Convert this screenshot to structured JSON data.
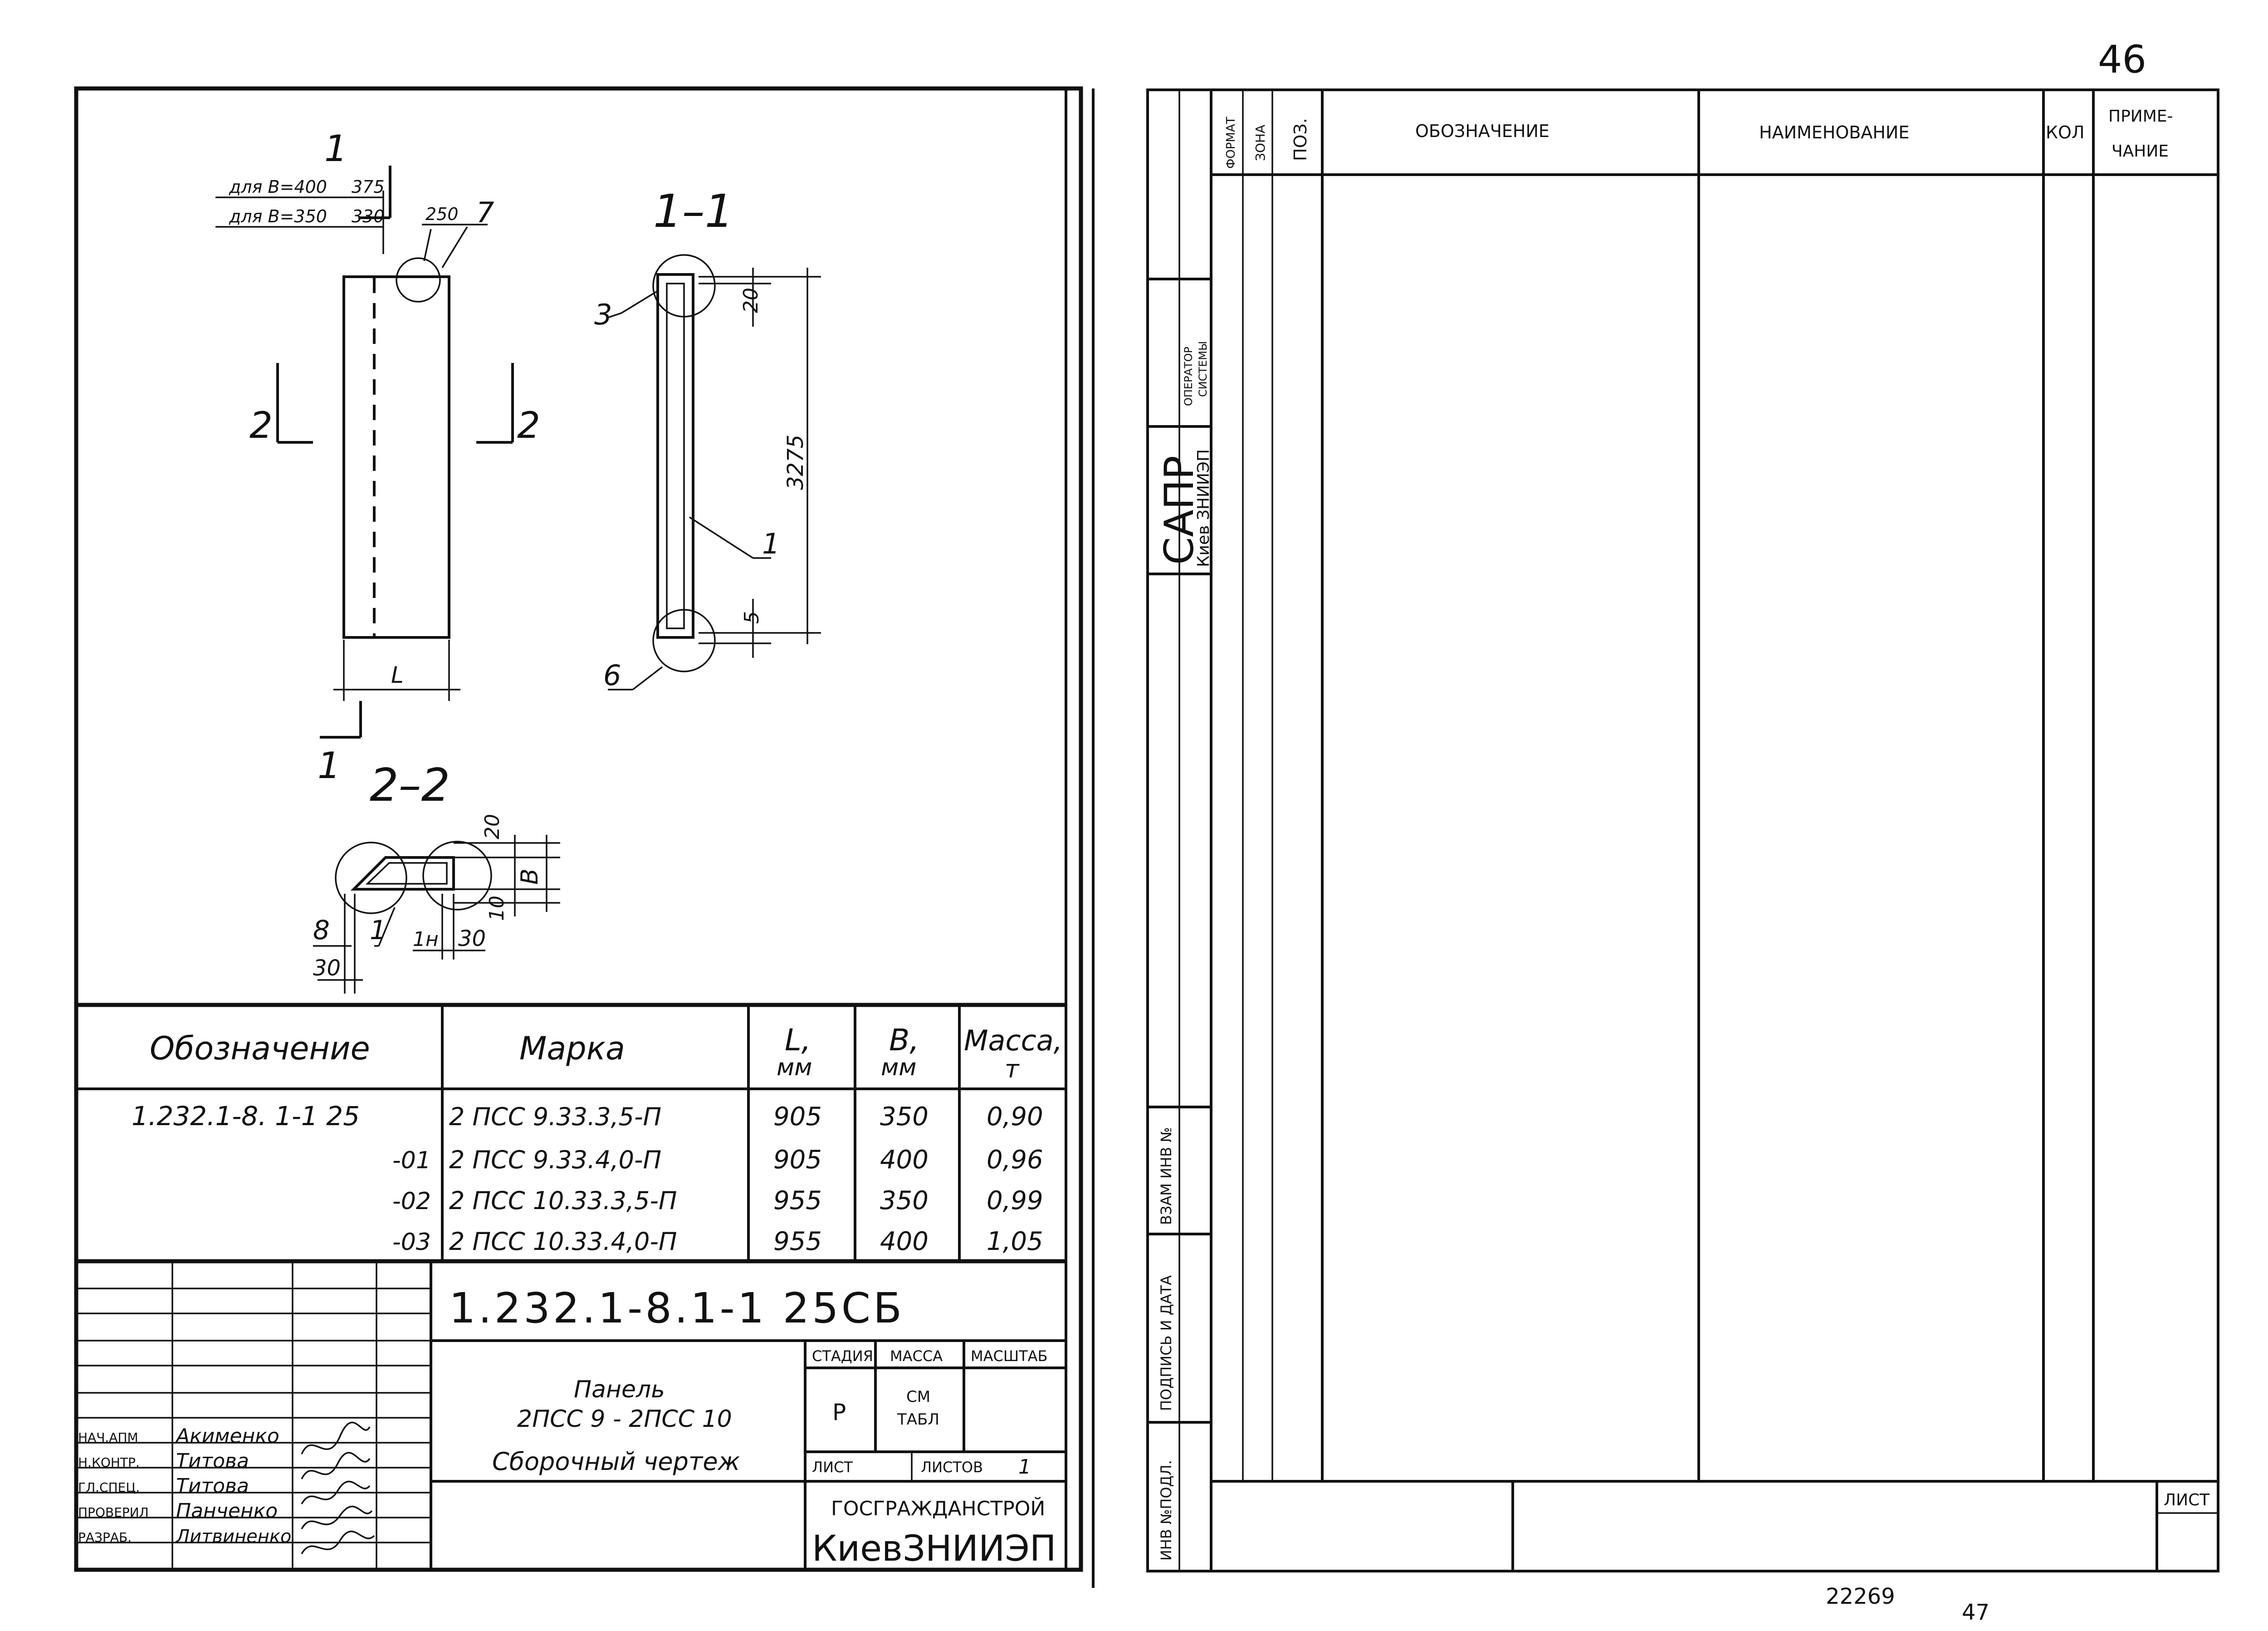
{
  "page_numbers": {
    "top_right": "46",
    "bottom_code": "22269",
    "bottom_right": "47"
  },
  "drawing": {
    "section_labels": {
      "cut_top": "1",
      "cut_bottom": "1",
      "left_2": "2",
      "right_2": "2",
      "section_11": "1–1",
      "section_22": "2–2"
    },
    "dim_notes": {
      "b400": "для B=400",
      "b350": "для B=350",
      "v375": "375",
      "v330": "330",
      "v250": "250",
      "call7": "7"
    },
    "front": {
      "L": "L"
    },
    "sect11": {
      "call3": "3",
      "call1": "1",
      "call6": "6",
      "d20": "20",
      "d3275": "3275",
      "d5": "5"
    },
    "sect22": {
      "call8": "8",
      "call1": "1",
      "call1n": "1н",
      "d30a": "30",
      "d30b": "30",
      "d20": "20",
      "dB": "B",
      "d10": "10"
    }
  },
  "spec_table": {
    "headers": {
      "designation": "Обозначение",
      "mark": "Марка",
      "L": "L,",
      "L_unit": "мм",
      "B": "B,",
      "B_unit": "мм",
      "mass": "Масса,",
      "mass_unit": "т"
    },
    "rows": [
      {
        "designation": "1.232.1-8. 1-1 25",
        "mark": "2 ПСС 9.33.3,5-П",
        "L": "905",
        "B": "350",
        "mass": "0,90"
      },
      {
        "designation": "-01",
        "mark": "2 ПСС 9.33.4,0-П",
        "L": "905",
        "B": "400",
        "mass": "0,96"
      },
      {
        "designation": "-02",
        "mark": "2 ПСС 10.33.3,5-П",
        "L": "955",
        "B": "350",
        "mass": "0,99"
      },
      {
        "designation": "-03",
        "mark": "2 ПСС 10.33.4,0-П",
        "L": "955",
        "B": "400",
        "mass": "1,05"
      }
    ]
  },
  "title_block": {
    "doc_code": "1.232.1-8.1-1  25СБ",
    "name_line1": "Панель",
    "name_line2": "2ПСС 9 - 2ПСС 10",
    "name_line3": "Сборочный чертеж",
    "col_stage": "СТАДИЯ",
    "col_mass": "МАССА",
    "col_scale": "МАСШТАБ",
    "stage_value": "Р",
    "mass_value_1": "СМ",
    "mass_value_2": "ТАБЛ",
    "sheet_label": "ЛИСТ",
    "sheets_label": "ЛИСТОВ",
    "sheets_value": "1",
    "org_1": "ГОСГРАЖДАНСТРОЙ",
    "org_2": "КиевЗНИИЭП",
    "signatures": [
      {
        "role": "НАЧ.АПМ",
        "name": "Акименко"
      },
      {
        "role": "Н.КОНТР.",
        "name": "Титова"
      },
      {
        "role": "ГЛ.СПЕЦ.",
        "name": "Титова"
      },
      {
        "role": "ПРОВЕРИЛ",
        "name": "Панченко"
      },
      {
        "role": "РАЗРАБ.",
        "name": "Литвиненко"
      }
    ]
  },
  "right_form": {
    "header": {
      "format": "ФОРМАТ",
      "zone": "ЗОНА",
      "pos": "ПОЗ.",
      "designation": "ОБОЗНАЧЕНИЕ",
      "name": "НАИМЕНОВАНИЕ",
      "qty": "КОЛ",
      "note_1": "ПРИМЕ-",
      "note_2": "ЧАНИЕ"
    },
    "side_operator_1": "ОПЕРАТОР",
    "side_operator_2": "СИСТЕМЫ",
    "side_sapr": "САПР",
    "side_kiev": "Киев ЗНИИЭП",
    "side_vzam": "ВЗАМ ИНВ №",
    "side_podpis": "ПОДПИСЬ И ДАТА",
    "side_inv": "ИНВ №ПОДЛ.",
    "sheet_label": "ЛИСТ"
  },
  "colors": {
    "ink": "#111111",
    "paper": "#ffffff"
  }
}
